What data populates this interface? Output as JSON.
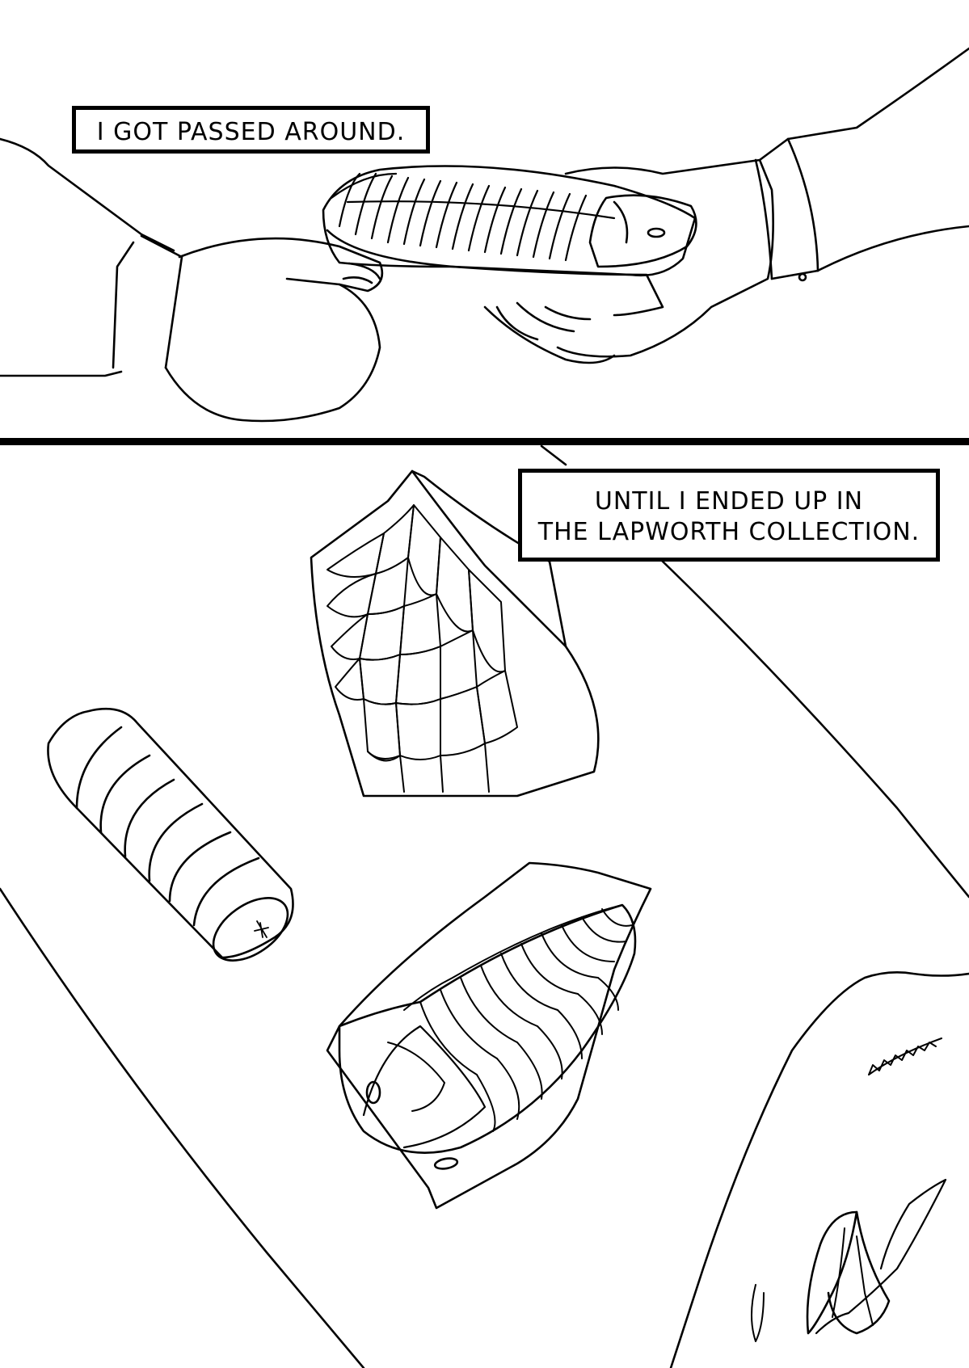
{
  "panels": [
    {
      "caption": "I GOT PASSED AROUND."
    },
    {
      "caption_lines": [
        "UNTIL I ENDED UP IN",
        "THE LAPWORTH COLLECTION."
      ]
    }
  ],
  "colors": {
    "ink": "#000000",
    "paper": "#ffffff"
  },
  "icons": [
    "hands-holding-trilobite-fossil",
    "trilobite-fossil",
    "fish-scale-fossil",
    "crinoid-stem-fossil",
    "plant-leaf-fossil"
  ]
}
